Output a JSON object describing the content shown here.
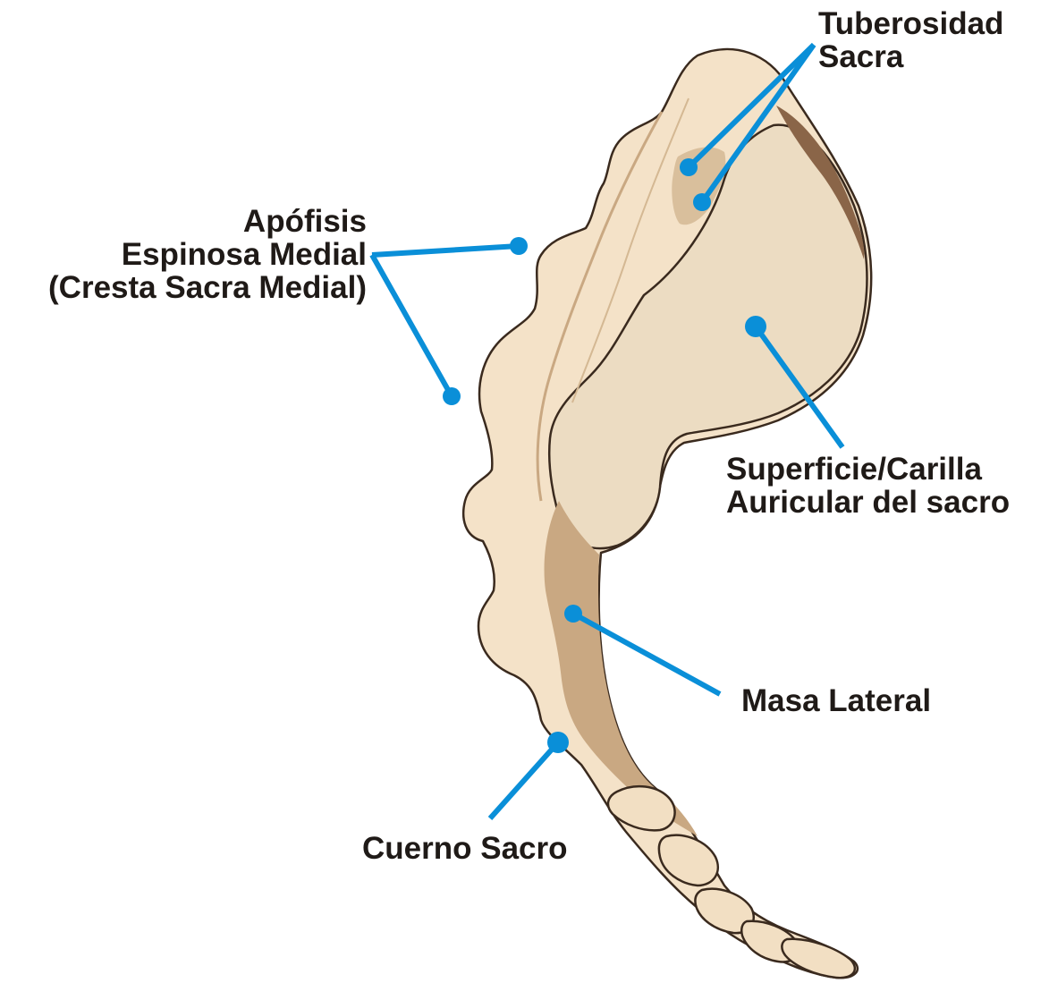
{
  "labels": {
    "tuberosidad": [
      "Tuberosidad",
      "Sacra"
    ],
    "apofisis": [
      "Apófisis",
      "Espinosa Medial",
      "(Cresta Sacra Medial)"
    ],
    "superficie": [
      "Superficie/Carilla",
      "Auricular del sacro"
    ],
    "masa": [
      "Masa Lateral"
    ],
    "cuerno": [
      "Cuerno Sacro"
    ]
  },
  "colors": {
    "leader": "#0a8fd8",
    "bone_light": "#f6e6cf",
    "bone_mid": "#ecd6b6",
    "bone_shadow": "#c9a882",
    "bone_dark": "#8a6548",
    "outline": "#3a2a1e",
    "text": "#1f1a17"
  }
}
